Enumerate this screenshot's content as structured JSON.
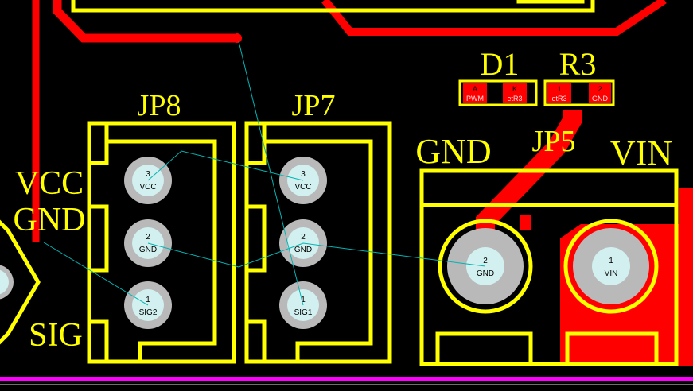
{
  "labels": {
    "jp8": "JP8",
    "jp7": "JP7",
    "jp5": "JP5",
    "d1": "D1",
    "r3": "R3",
    "vcc": "VCC",
    "gnd_left": "GND",
    "sig": "SIG",
    "gnd_right": "GND",
    "vin": "VIN"
  },
  "jp8_pads": [
    {
      "num": "3",
      "name": "VCC"
    },
    {
      "num": "2",
      "name": "GND"
    },
    {
      "num": "1",
      "name": "SIG2"
    }
  ],
  "jp7_pads": [
    {
      "num": "3",
      "name": "VCC"
    },
    {
      "num": "2",
      "name": "GND"
    },
    {
      "num": "1",
      "name": "SIG1"
    }
  ],
  "jp5_pads": [
    {
      "num": "2",
      "name": "GND"
    },
    {
      "num": "1",
      "name": "VIN"
    }
  ],
  "d1_pads": [
    {
      "num": "A",
      "name": "PWM"
    },
    {
      "num": "K",
      "name": "etR3"
    }
  ],
  "r3_pads": [
    {
      "num": "1",
      "name": "etR3"
    },
    {
      "num": "2",
      "name": "GND"
    }
  ],
  "colors": {
    "background": "#000000",
    "silkscreen": "#ffff00",
    "copper": "#ff0000",
    "ratsnest": "#00b4b4",
    "board_edge": "#ff00ff"
  }
}
